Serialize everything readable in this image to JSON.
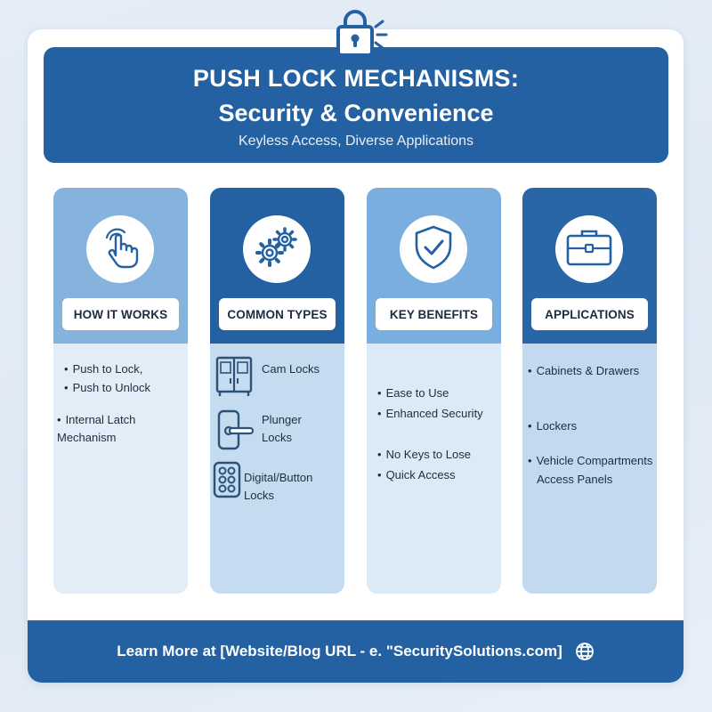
{
  "header": {
    "title_line1": "PUSH LOCK MECHANISMS:",
    "title_line2": "Security & Convenience",
    "subtitle": "Keyless Access, Diverse Applications"
  },
  "columns": [
    {
      "heading": "HOW IT WORKS",
      "icon": "touch-hand-icon",
      "items": [
        "Push to Lock,",
        "Push to Unlock",
        "Internal Latch Mechanism"
      ]
    },
    {
      "heading": "COMMON TYPES",
      "icon": "gears-icon",
      "items": [
        "Cam Locks",
        "Plunger",
        "Locks",
        "Digital/Button Locks"
      ],
      "item_icons": [
        "cabinet-icon",
        "door-handle-icon",
        "keypad-icon"
      ]
    },
    {
      "heading": "KEY BENEFITS",
      "icon": "shield-check-icon",
      "items": [
        "Ease to Use",
        "Enhanced Security",
        "No Keys to Lose",
        "Quick Access"
      ]
    },
    {
      "heading": "APPLICATIONS",
      "icon": "briefcase-icon",
      "items": [
        "Cabinets & Drawers",
        "Lockers",
        "Vehicle Compartments",
        "Access Panels"
      ]
    }
  ],
  "footer": {
    "text": "Learn More at [Website/Blog URL - e. \"SecuritySolutions.com]",
    "icon": "globe-icon"
  },
  "colors": {
    "primary_blue": "#2461a3",
    "light_blue": "#86b3de",
    "pale_blue": "#e3edf8",
    "text_dark": "#1f2d3d"
  }
}
